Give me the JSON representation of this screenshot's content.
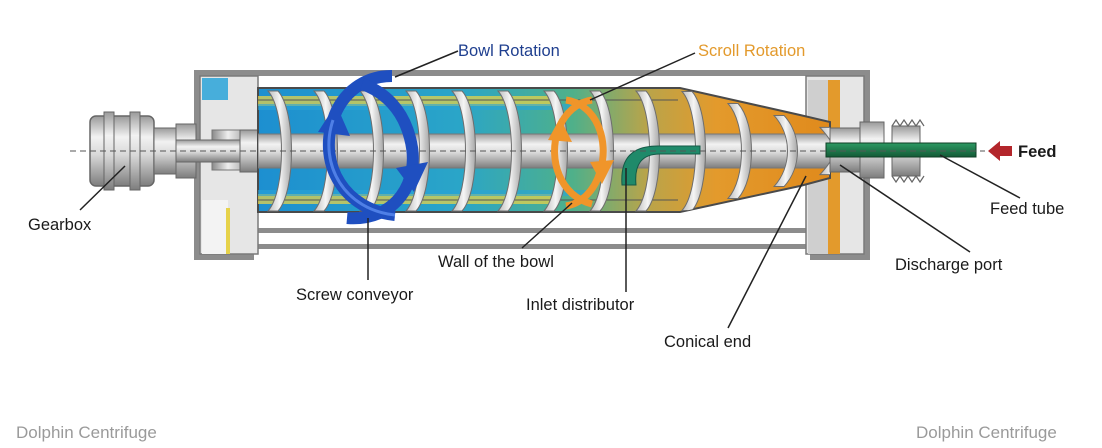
{
  "labels": {
    "bowl_rotation": "Bowl Rotation",
    "scroll_rotation": "Scroll Rotation",
    "feed": "Feed",
    "feed_tube": "Feed tube",
    "gearbox": "Gearbox",
    "wall_of_the_bowl": "Wall of the bowl",
    "screw_conveyor": "Screw conveyor",
    "inlet_distributor": "Inlet distributor",
    "conical_end": "Conical end",
    "discharge_port": "Discharge port"
  },
  "watermark": {
    "left": "Dolphin Centrifuge",
    "right": "Dolphin Centrifuge"
  },
  "colors": {
    "bowl_rotation_arrow": "#1f4fc0",
    "scroll_rotation_arrow": "#f0952a",
    "liquid": "#2aa3d8",
    "solids": "#e0a030",
    "feed_tube": "#1e7a4a",
    "feed_arrow": "#b3262b",
    "frame": "#8c8c8c"
  }
}
